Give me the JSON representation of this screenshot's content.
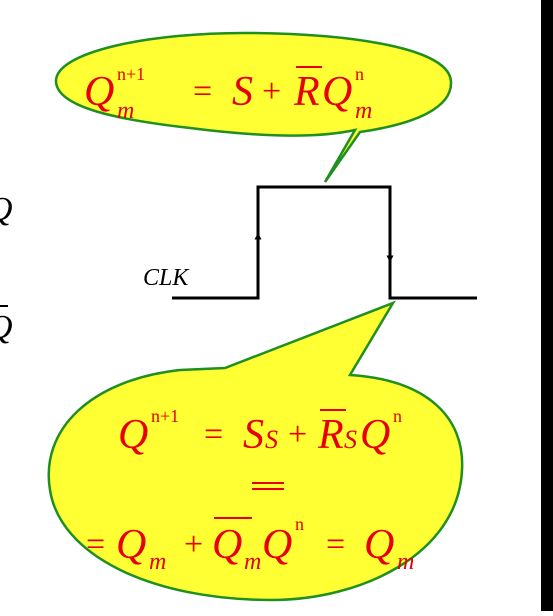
{
  "colors": {
    "bubble_fill": "#FFFF33",
    "bubble_stroke": "#1F8F1F",
    "formula_text": "#E60000",
    "waveform": "#000000",
    "background": "#FFFFFF",
    "right_strip": "#000000"
  },
  "clock_label": "CLK",
  "left_fragments": {
    "q": "Q",
    "q_bar": "Q"
  },
  "top_bubble": {
    "lhs_base": "Q",
    "lhs_sup": "n+1",
    "lhs_sub": "m",
    "eq": "=",
    "s": "S",
    "plus": "+",
    "r_bar": "R",
    "q_base": "Q",
    "q_sup": "n",
    "q_sub": "m"
  },
  "bottom_bubble": {
    "line1": {
      "lhs_base": "Q",
      "lhs_sup": "n+1",
      "eq": "=",
      "s": "S",
      "s_sub": "S",
      "plus": "+",
      "r_bar": "R",
      "r_sub": "S",
      "q_base": "Q",
      "q_sup": "n"
    },
    "line2": {
      "eq1": "=",
      "qm_base": "Q",
      "qm_sub": "m",
      "plus": "+",
      "qm_bar_base": "Q",
      "qm_bar_sub": "m",
      "q_base": "Q",
      "q_sup": "n",
      "eq2": "=",
      "result_base": "Q",
      "result_sub": "m"
    }
  }
}
